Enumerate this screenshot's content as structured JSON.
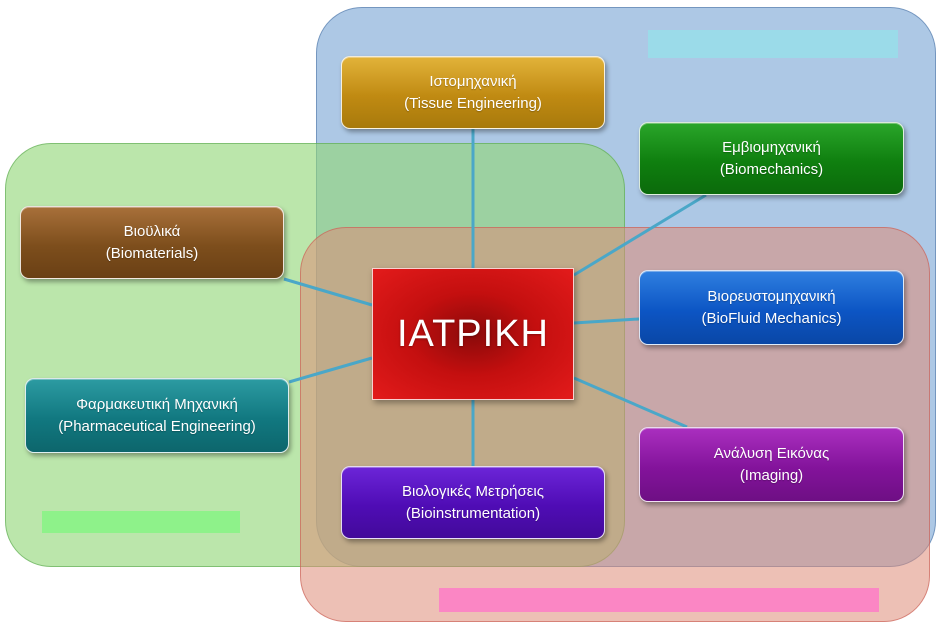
{
  "diagram": {
    "center": {
      "label": "ΙΑΤΡΙΚΗ",
      "color": "#d41414"
    },
    "nodes": [
      {
        "id": "tissue",
        "line1": "Ιστομηχανική",
        "line2": "(Tissue Engineering)",
        "color": "#c08a12"
      },
      {
        "id": "biomech",
        "line1": "Εμβιομηχανική",
        "line2": "(Biomechanics)",
        "color": "#0f7f0f"
      },
      {
        "id": "biomaterials",
        "line1": "Βιοϋλικά",
        "line2": "(Biomaterials)",
        "color": "#7d4e1c"
      },
      {
        "id": "biofluid",
        "line1": "Βιορευστομηχανική",
        "line2": "(BioFluid Mechanics)",
        "color": "#0c55c4"
      },
      {
        "id": "pharma",
        "line1": "Φαρμακευτική Μηχανική",
        "line2": "(Pharmaceutical Engineering)",
        "color": "#117880"
      },
      {
        "id": "imaging",
        "line1": "Ανάλυση Εικόνας",
        "line2": "(Imaging)",
        "color": "#83139b"
      },
      {
        "id": "bioinst",
        "line1": "Βιολογικές Μετρήσεις",
        "line2": "(Bioinstrumentation)",
        "color": "#4f0cb5"
      }
    ],
    "regions": [
      {
        "id": "blue",
        "color": "#96b9de"
      },
      {
        "id": "green",
        "color": "#92d678"
      },
      {
        "id": "red",
        "color": "#de8c78"
      }
    ],
    "label_bars": [
      {
        "id": "cyan",
        "color": "#9bdbe9"
      },
      {
        "id": "green",
        "color": "#8ef28a"
      },
      {
        "id": "pink",
        "color": "#fb86c4"
      }
    ],
    "connector_color": "#4aa7c8"
  }
}
